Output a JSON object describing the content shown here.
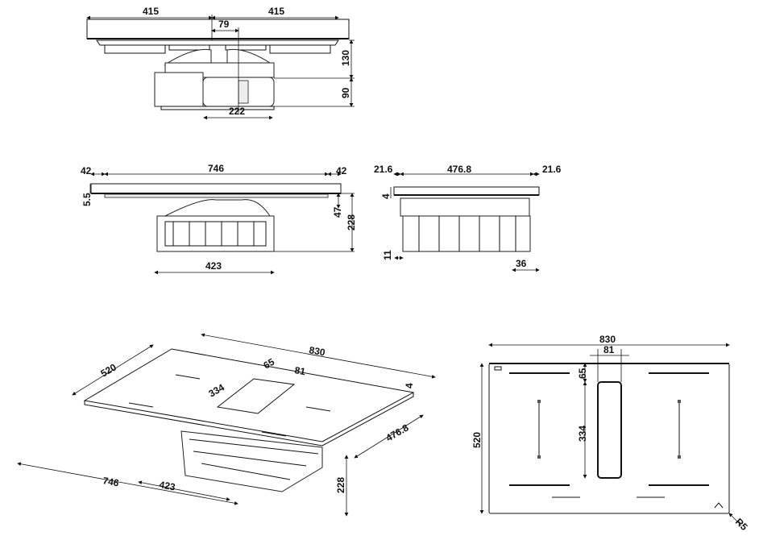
{
  "front_view": {
    "width_left": "415",
    "width_right": "415",
    "offset": "79",
    "height_upper": "130",
    "height_lower": "90",
    "motor_width": "222"
  },
  "side_view_long": {
    "overhang_left": "42",
    "inner_width": "746",
    "overhang_right": "42",
    "glass_thickness": "5.5",
    "depth_to_frame": "47",
    "total_depth": "228",
    "body_width": "423"
  },
  "side_view_short": {
    "overhang_left": "21.6",
    "inner_depth": "476.8",
    "overhang_right": "21.6",
    "frame_height": "4",
    "offset_bottom": "11",
    "offset_right": "36"
  },
  "isometric_view": {
    "depth": "520",
    "width": "830",
    "vent_offset": "65",
    "vent_width": "81",
    "vent_length": "334",
    "glass_height": "4",
    "cutout_depth": "476.8",
    "cutout_width": "746",
    "body_width": "423",
    "body_depth": "228"
  },
  "top_view": {
    "width": "830",
    "vent_width": "81",
    "vent_offset": "65",
    "vent_length": "334",
    "depth": "520",
    "corner_radius": "R5"
  }
}
